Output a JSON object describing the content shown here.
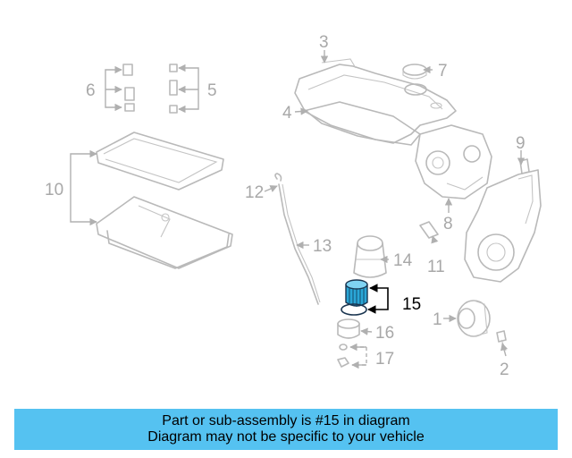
{
  "callouts": {
    "c1": "1",
    "c2": "2",
    "c3": "3",
    "c4": "4",
    "c5": "5",
    "c6": "6",
    "c7": "7",
    "c8": "8",
    "c9": "9",
    "c10": "10",
    "c11": "11",
    "c12": "12",
    "c13": "13",
    "c14": "14",
    "c15": "15",
    "c16": "16",
    "c17": "17"
  },
  "highlighted_part": "15",
  "colors": {
    "banner": "#55c2f1",
    "highlight_part": "#2aa6d6",
    "parts": "#b9b9b9"
  },
  "banner": {
    "line1": "Part or sub-assembly is #15 in diagram",
    "line2": "Diagram may not be specific to your vehicle"
  }
}
